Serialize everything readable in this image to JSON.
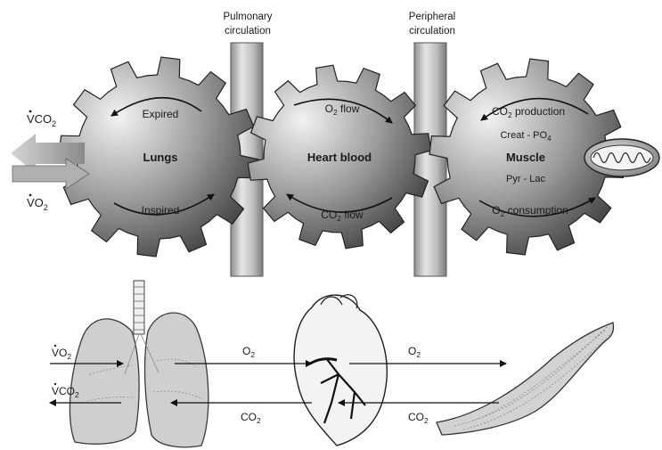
{
  "top_labels": {
    "pulmonary_1": "Pulmonary",
    "pulmonary_2": "circulation",
    "peripheral_1": "Peripheral",
    "peripheral_2": "circulation"
  },
  "gears": {
    "lungs": {
      "title": "Lungs",
      "top": "Expired",
      "bottom": "Inspired"
    },
    "heart": {
      "title": "Heart blood",
      "top_pre": "O",
      "top_sub": "2",
      "top_post": " flow",
      "bottom_pre": "CO",
      "bottom_sub": "2",
      "bottom_post": " flow"
    },
    "muscle": {
      "title": "Muscle",
      "top_pre": "CO",
      "top_sub": "2",
      "top_post": " production",
      "line1_pre": "Creat - PO",
      "line1_sub": "4",
      "line2": "Pyr - Lac",
      "bottom_pre": "O",
      "bottom_sub": "2",
      "bottom_post": " consumption"
    }
  },
  "left_arrows": {
    "vco2_pre": "VCO",
    "vco2_sub": "2",
    "vo2_pre": "VO",
    "vo2_sub": "2"
  },
  "bottom_labels": {
    "vo2_pre": "VO",
    "vo2_sub": "2",
    "vco2_pre": "VCO",
    "vco2_sub": "2",
    "o2_a_pre": "O",
    "o2_a_sub": "2",
    "co2_a_pre": "CO",
    "co2_a_sub": "2",
    "o2_b_pre": "O",
    "o2_b_sub": "2",
    "co2_b_pre": "CO",
    "co2_b_sub": "2"
  },
  "icons": [
    "lungs-illustration",
    "heart-illustration",
    "muscle-illustration",
    "mitochondrion-icon",
    "gear-icon"
  ]
}
